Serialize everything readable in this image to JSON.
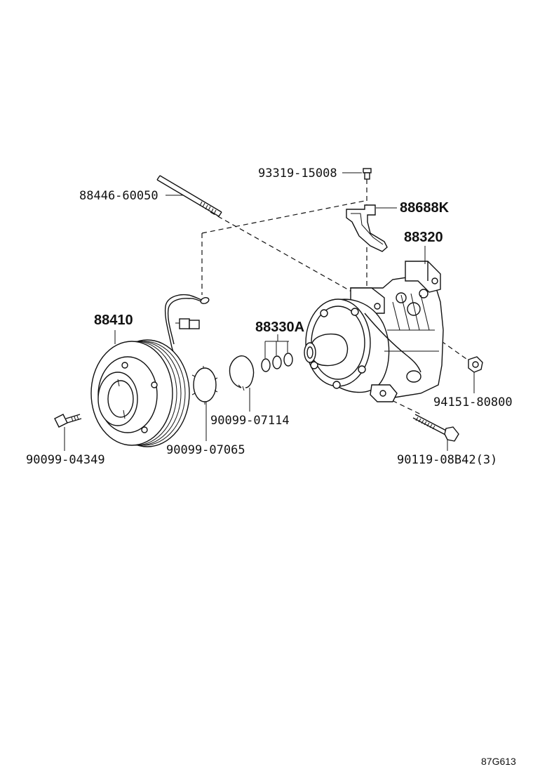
{
  "diagram_code": "87G613",
  "parts": [
    {
      "id": "stud_bolt",
      "label": "88446-60050"
    },
    {
      "id": "bolt_top",
      "label": "93319-15008"
    },
    {
      "id": "bracket",
      "label": "88688K"
    },
    {
      "id": "compressor",
      "label": "88320"
    },
    {
      "id": "clutch_pulley",
      "label": "88410"
    },
    {
      "id": "shim_set",
      "label": "88330A"
    },
    {
      "id": "nut",
      "label": "94151-80800"
    },
    {
      "id": "snap_ring",
      "label": "90099-07114"
    },
    {
      "id": "retainer_ring",
      "label": "90099-07065"
    },
    {
      "id": "hub_bolt",
      "label": "90099-04349"
    },
    {
      "id": "mount_bolt",
      "label": "90119-08B42(3)"
    }
  ]
}
